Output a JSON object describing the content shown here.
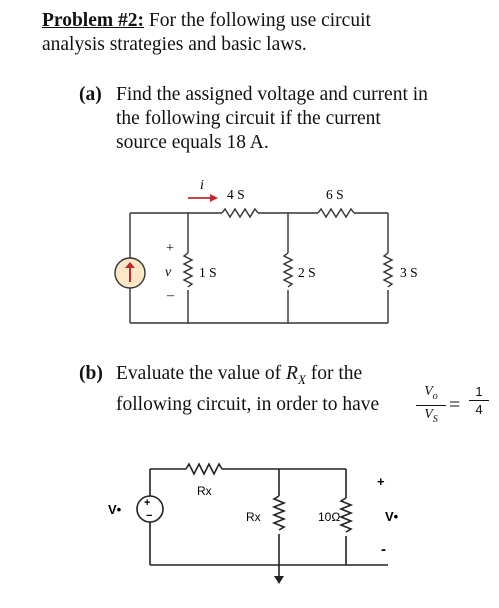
{
  "problem": {
    "heading": "Problem #2:",
    "intro_line1": " For the following use circuit",
    "intro_line2": "analysis strategies and basic laws."
  },
  "part_a": {
    "label": "(a)",
    "line1": "Find the assigned voltage and current in",
    "line2": "the following circuit if the current",
    "line3": "source equals 18 A.",
    "circuit": {
      "current_label": "i",
      "r_top_left": "4 S",
      "r_top_right": "6 S",
      "voltage_label": "v",
      "plus": "+",
      "minus": "–",
      "r_1": "1 S",
      "r_2": "2 S",
      "r_3": "3 S"
    }
  },
  "part_b": {
    "label": "(b)",
    "line1_pre": "Evaluate the value of ",
    "rx_main": "R",
    "rx_sub": "X",
    "line1_post": " for the",
    "line2": "following circuit, in order to have",
    "frac_num_main": "V",
    "frac_num_sub": "o",
    "frac_den_main": "V",
    "frac_den_sub": "S",
    "equals": "=",
    "rhs_num": "1",
    "rhs_den": "4",
    "circuit": {
      "source_label": "V•",
      "series_r": "Rx",
      "shunt_r": "Rx",
      "r_10": "10Ω",
      "out_plus": "+",
      "out_label": "V•",
      "out_minus": "-"
    }
  }
}
